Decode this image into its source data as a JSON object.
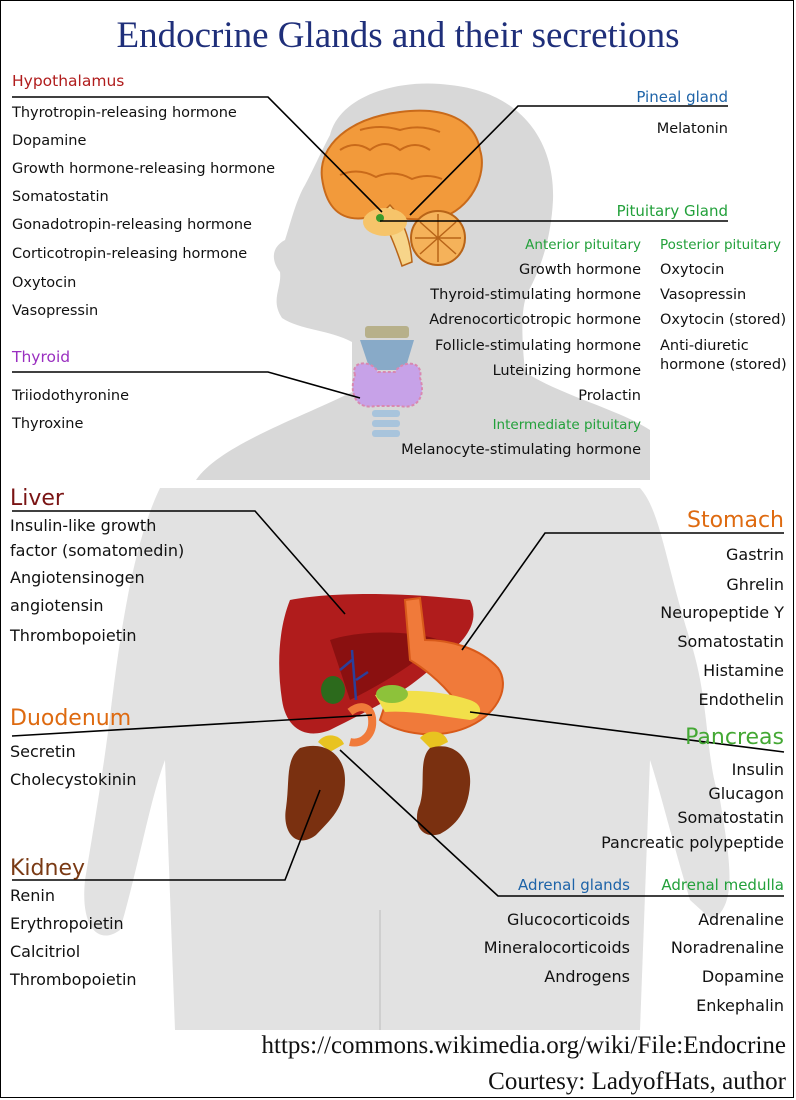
{
  "title": "Endocrine Glands and their secretions",
  "hypothalamus": {
    "heading": "Hypothalamus",
    "items": [
      "Thyrotropin-releasing hormone",
      "Dopamine",
      "Growth hormone-releasing hormone",
      "Somatostatin",
      "Gonadotropin-releasing hormone",
      "Corticotropin-releasing hormone",
      "Oxytocin",
      "Vasopressin"
    ]
  },
  "pineal": {
    "heading": "Pineal gland",
    "items": [
      "Melatonin"
    ]
  },
  "pituitary": {
    "heading": "Pituitary Gland",
    "anterior_heading": "Anterior pituitary",
    "anterior_items": [
      "Growth hormone",
      "Thyroid-stimulating hormone",
      "Adrenocorticotropic hormone",
      "Follicle-stimulating hormone",
      "Luteinizing hormone",
      "Prolactin"
    ],
    "intermediate_heading": "Intermediate pituitary",
    "intermediate_items": [
      "Melanocyte-stimulating hormone"
    ],
    "posterior_heading": "Posterior pituitary",
    "posterior_items": [
      "Oxytocin",
      "Vasopressin",
      "Oxytocin (stored)",
      "Anti-diuretic",
      "hormone (stored)"
    ]
  },
  "thyroid": {
    "heading": "Thyroid",
    "items": [
      "Triiodothyronine",
      "Thyroxine"
    ]
  },
  "liver": {
    "heading": "Liver",
    "items": [
      "Insulin-like growth",
      "factor (somatomedin)",
      "Angiotensinogen",
      "angiotensin",
      "Thrombopoietin"
    ]
  },
  "stomach": {
    "heading": "Stomach",
    "items": [
      "Gastrin",
      "Ghrelin",
      "Neuropeptide Y",
      "Somatostatin",
      "Histamine",
      "Endothelin"
    ]
  },
  "duodenum": {
    "heading": "Duodenum",
    "items": [
      "Secretin",
      "Cholecystokinin"
    ]
  },
  "pancreas": {
    "heading": "Pancreas",
    "items": [
      "Insulin",
      "Glucagon",
      "Somatostatin",
      "Pancreatic polypeptide"
    ]
  },
  "kidney": {
    "heading": "Kidney",
    "items": [
      "Renin",
      "Erythropoietin",
      "Calcitriol",
      "Thrombopoietin"
    ]
  },
  "adrenal": {
    "heading": "Adrenal glands",
    "items": [
      "Glucocorticoids",
      "Mineralocorticoids",
      "Androgens"
    ],
    "medulla_heading": "Adrenal medulla",
    "medulla_items": [
      "Adrenaline",
      "Noradrenaline",
      "Dopamine",
      "Enkephalin"
    ]
  },
  "footer": {
    "source": "https://commons.wikimedia.org/wiki/File:Endocrine",
    "credit": "Courtesy: LadyofHats, author"
  }
}
